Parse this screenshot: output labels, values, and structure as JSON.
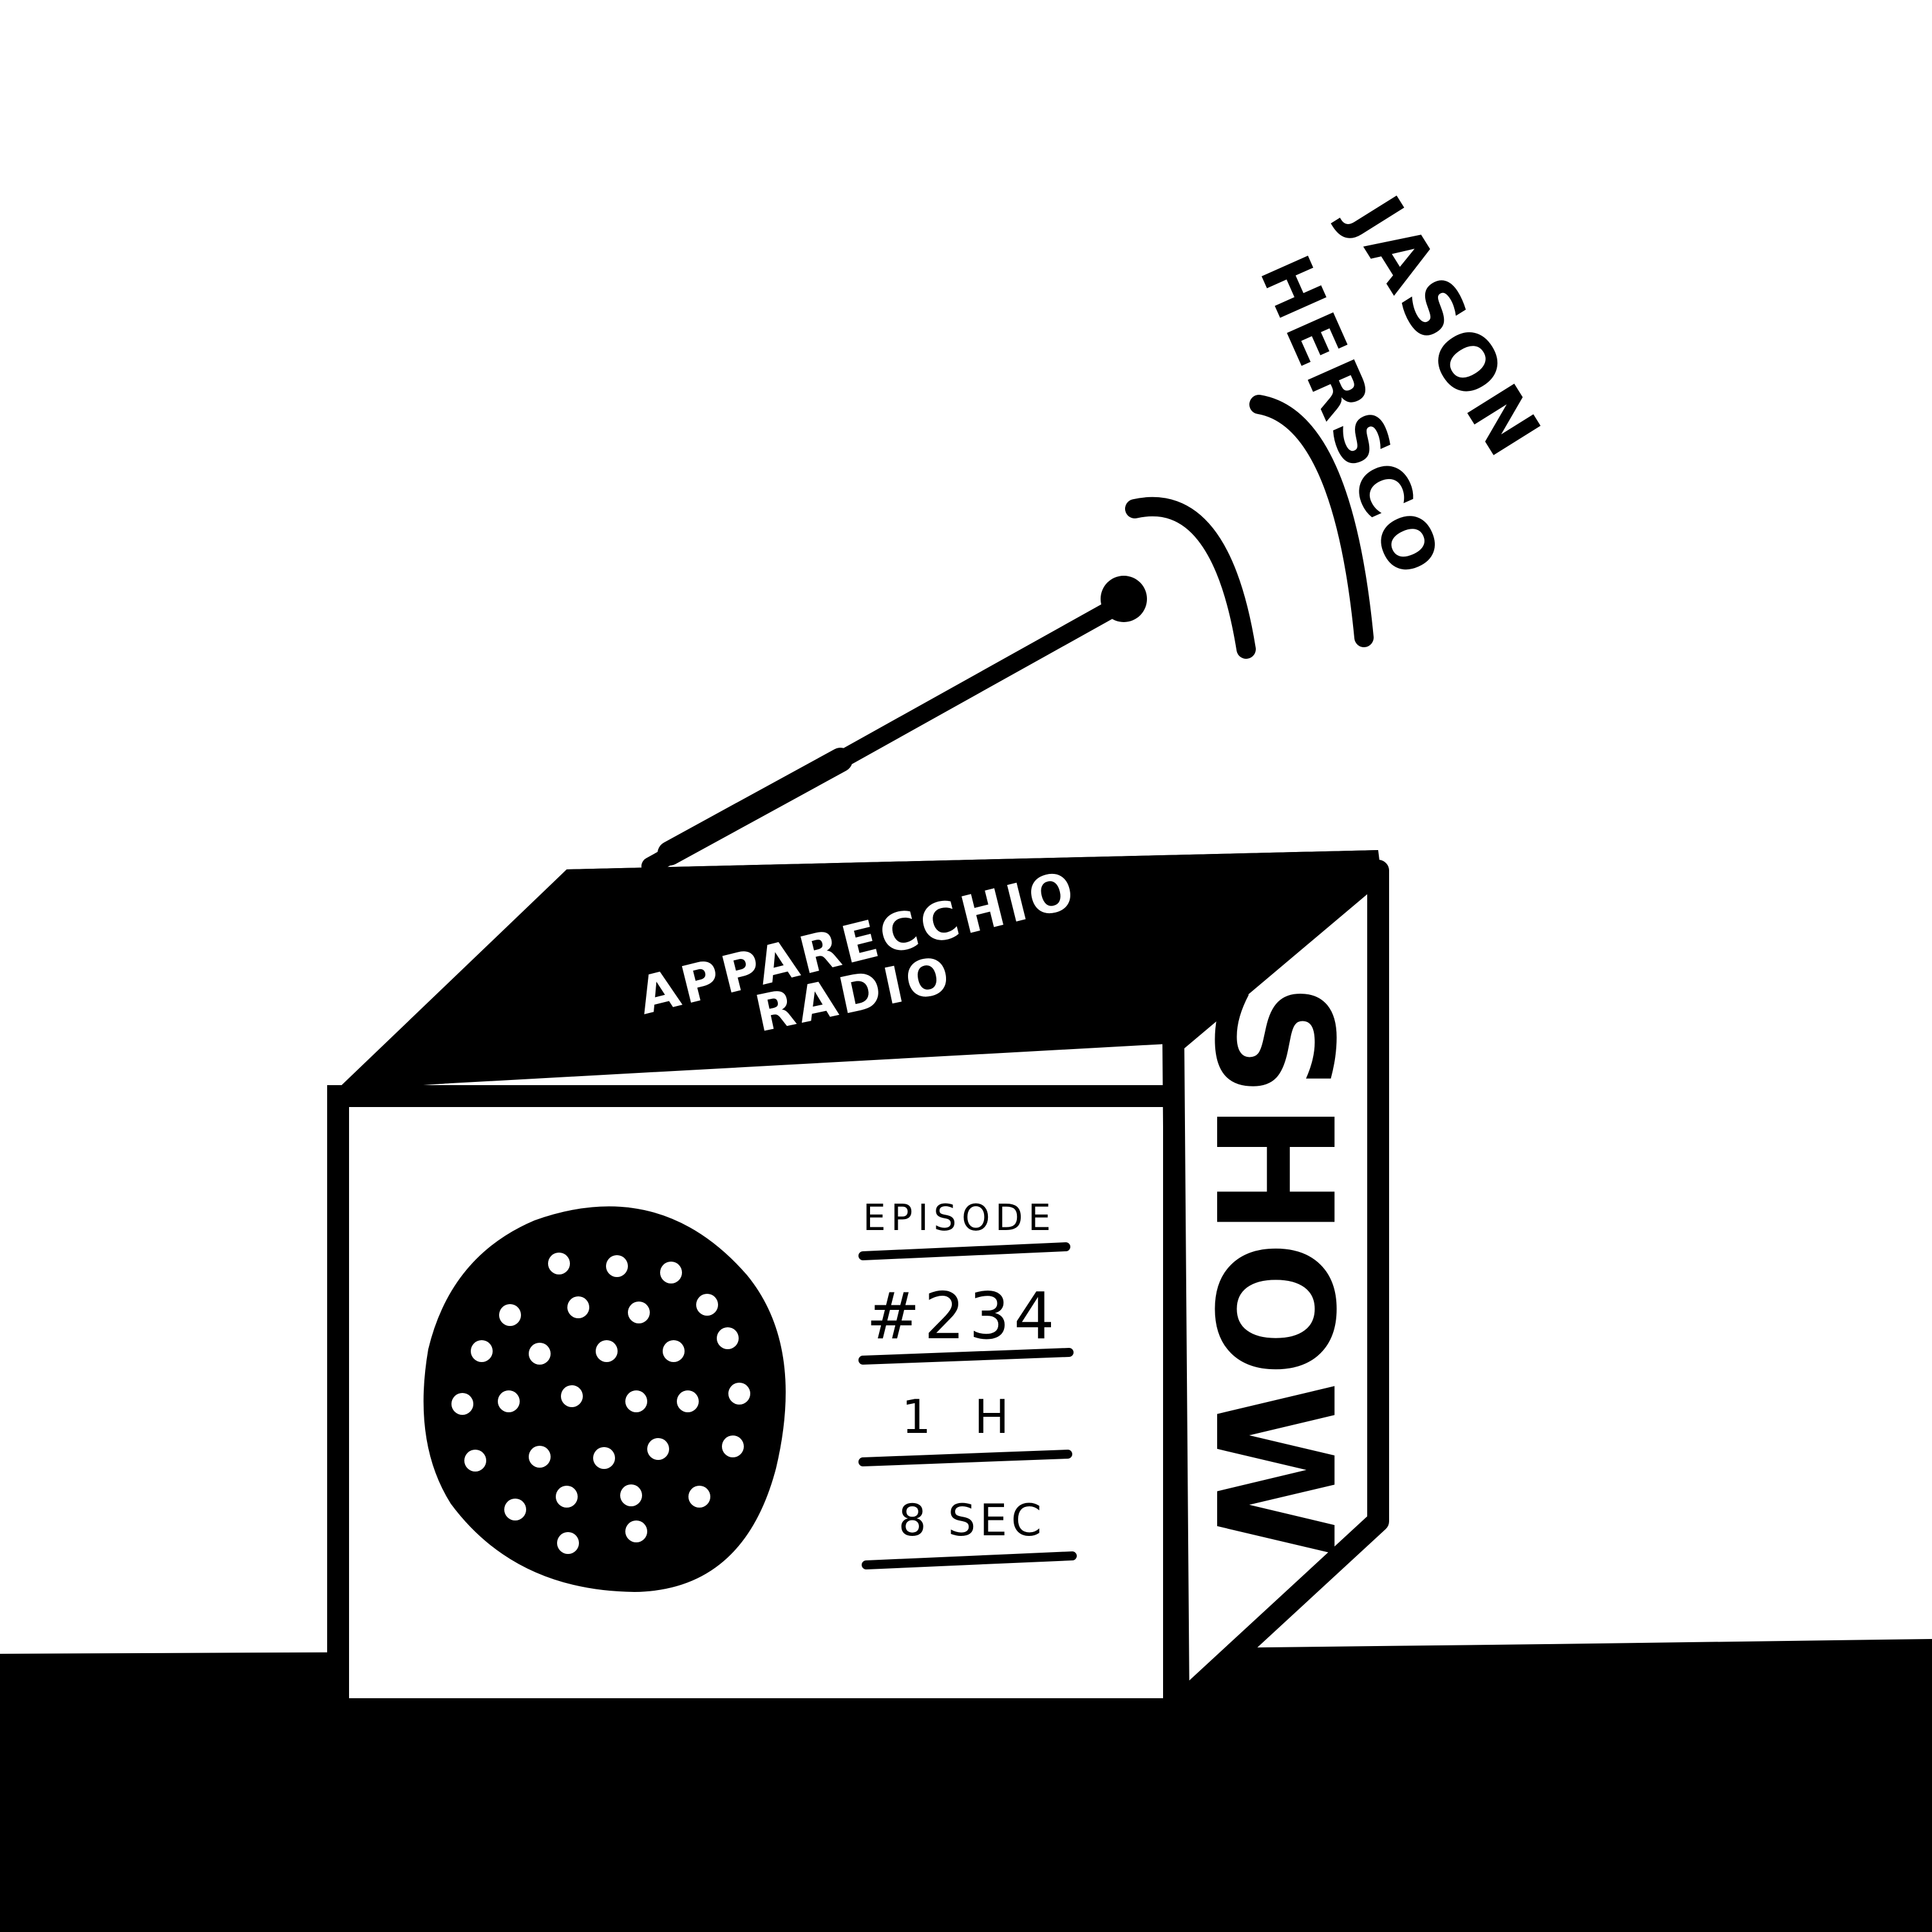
{
  "brand": {
    "line1": "APPARECCHIO",
    "line2": "RADIO"
  },
  "side_label": "SHOW",
  "host": {
    "first_name": "JASON",
    "last_name": "HERSCO"
  },
  "info": {
    "episode_label": "EPISODE",
    "episode_number": "#234",
    "hours": "1 H",
    "seconds": "8 SEC"
  },
  "colors": {
    "ink": "#000000",
    "paper": "#ffffff"
  }
}
